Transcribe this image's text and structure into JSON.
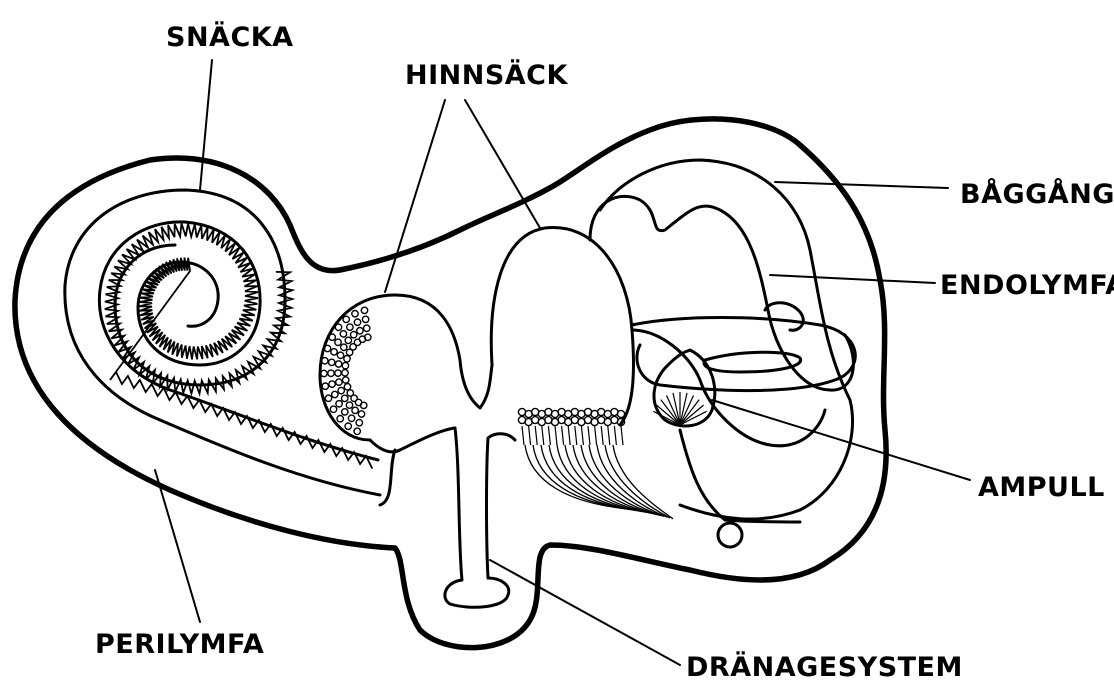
{
  "labels": {
    "snacka": "SNÄCKA",
    "hinnsack": "HINNSÄCK",
    "baggang": "BÅGGÅNG",
    "endolymfa": "ENDOLYMFA",
    "ampull": "AMPULL",
    "perilymfa": "PERILYMFA",
    "dranagesystem": "DRÄNAGESYSTEM"
  },
  "colors": {
    "ink": "#000000",
    "paper": "#ffffff"
  }
}
